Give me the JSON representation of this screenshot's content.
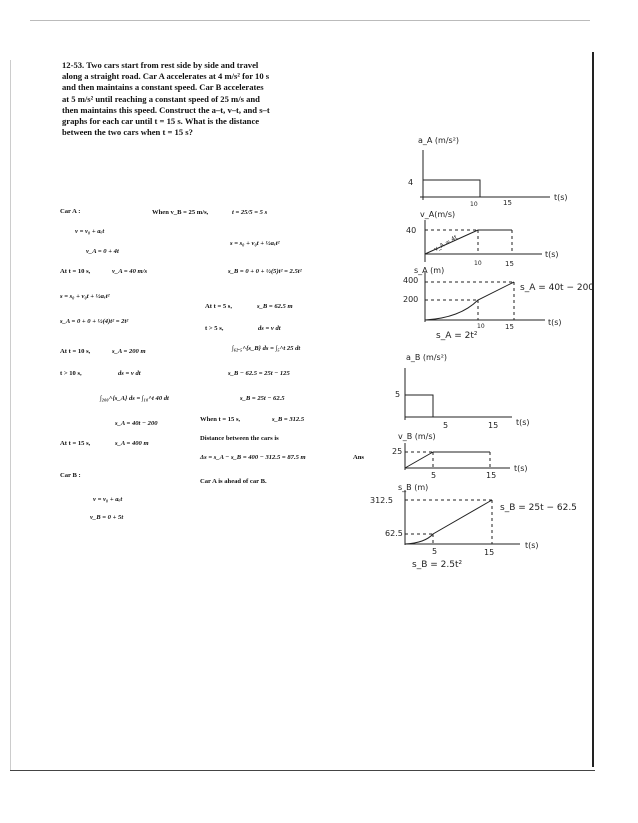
{
  "problem": {
    "lines": [
      "12-53.  Two cars start from rest side by side and travel",
      "along a straight road. Car A accelerates at 4 m/s² for 10 s",
      "and then maintains a constant speed. Car B accelerates",
      "at 5 m/s² until reaching a constant speed of 25 m/s and",
      "then maintains this speed. Construct the a–t, v–t, and s–t",
      "graphs for each car until t = 15 s. What is the distance",
      "between the two cars when t = 15 s?"
    ]
  },
  "solution_left": {
    "car_a": "Car A :",
    "eq1": "v = v₀ + aₑt",
    "eq2": "v_A = 0 + 4t",
    "at10_label": "At  t = 10 s,",
    "at10_value": "v_A = 40 m/s",
    "eq3": "s = s₀ + v₀t + ½aₑt²",
    "eq4": "s_A = 0 + 0 + ½(4)t² = 2t²",
    "at10b_label": "At  t = 10 s,",
    "at10b_value": "s_A = 200 m",
    "gt10_label": "t > 10 s,",
    "gt10_value": "ds = v dt",
    "integral": "∫₂₀₀^{s_A} ds = ∫₁₀^t 40 dt",
    "sa_eq": "s_A = 40t − 200",
    "at15_label": "At  t = 15 s,",
    "at15_value": "s_A = 400 m",
    "car_b": "Car B :",
    "eq5": "v = v₀ + aₑt",
    "eq6": "v_B = 0 + 5t"
  },
  "solution_mid": {
    "when_label": "When  v_B = 25 m/s,",
    "when_value": "t = 25/5 = 5 s",
    "eq1": "s = s₀ + v₀t + ½aₑt²",
    "eq2": "s_B = 0 + 0 + ½(5)t² = 2.5t²",
    "at5_label": "At  t = 5 s,",
    "at5_value": "s_B = 62.5 m",
    "gt5_label": "t > 5 s,",
    "gt5_value": "ds = v dt",
    "integral": "∫₆₂.₅^{s_B} ds = ∫₅^t 25 dt",
    "eq3": "s_B − 62.5 = 25t − 125",
    "eq4": "s_B = 25t − 62.5",
    "at15_label": "When  t = 15 s,",
    "at15_value": "s_B = 312.5",
    "dist_title": "Distance between the cars is",
    "dist_eq": "Δs = s_A − s_B = 400 − 312.5 = 87.5 m",
    "ans": "Ans",
    "ahead": "Car A is ahead of car B."
  },
  "graphs": {
    "aA_label": "a_A (m/s²)",
    "aA_four": "4",
    "aA_ten": "10",
    "aA_fifteen": "15",
    "aA_t": "t(s)",
    "vA_label": "v_A(m/s)",
    "vA_forty": "40",
    "vA_slope": "v_A = 4t",
    "vA_ten": "10",
    "vA_fifteen": "15",
    "vA_t": "t(s)",
    "sA_label": "s_A (m)",
    "sA_400": "400",
    "sA_200": "200",
    "sA_eq": "s_A = 40t − 200",
    "sA_quad": "s_A = 2t²",
    "sA_ten": "10",
    "sA_fifteen": "15",
    "sA_t": "t(s)",
    "aB_label": "a_B (m/s²)",
    "aB_five": "5",
    "aB_5": "5",
    "aB_15": "15",
    "aB_t": "t(s)",
    "vB_label": "v_B (m/s)",
    "vB_25": "25",
    "vB_5": "5",
    "vB_15": "15",
    "vB_t": "t(s)",
    "sB_label": "s_B (m)",
    "sB_312": "312.5",
    "sB_62": "62.5",
    "sB_eq": "s_B = 25t − 62.5",
    "sB_quad": "s_B = 2.5t²",
    "sB_5": "5",
    "sB_15": "15",
    "sB_t": "t(s)"
  }
}
